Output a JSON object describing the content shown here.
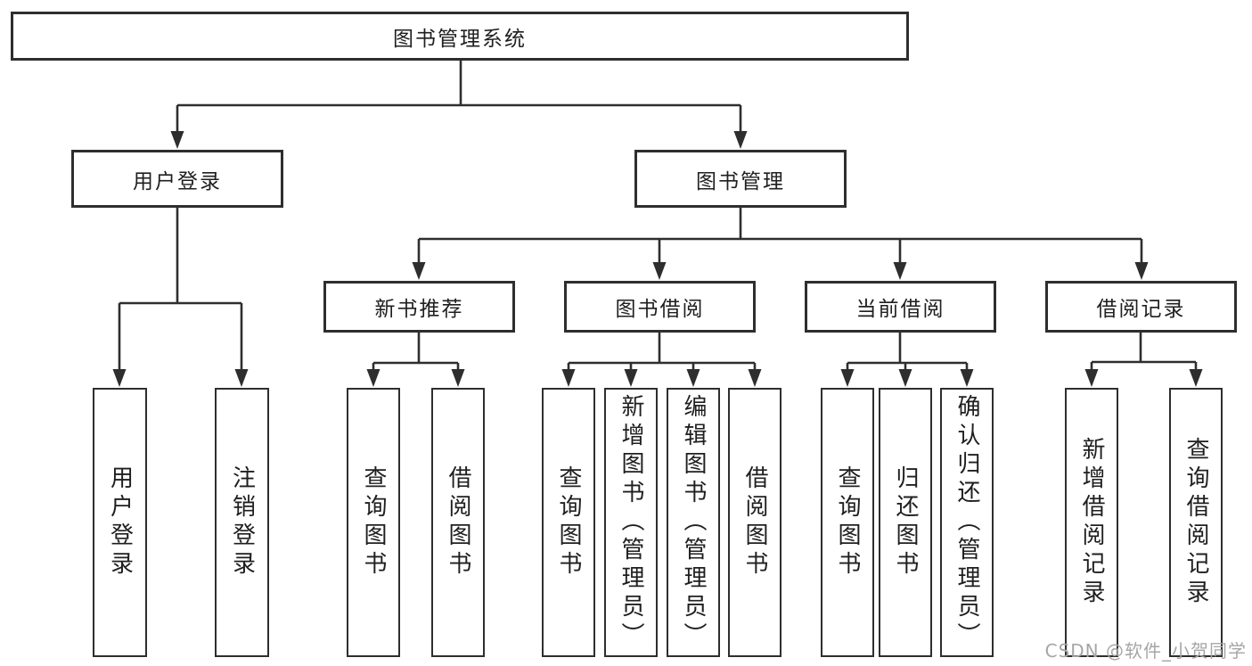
{
  "diagram": {
    "type": "tree",
    "root": {
      "label": "图书管理系统"
    },
    "branches": [
      {
        "label": "用户登录",
        "children": [
          {
            "label": "用户登录"
          },
          {
            "label": "注销登录"
          }
        ]
      },
      {
        "label": "图书管理",
        "children": [
          {
            "label": "新书推荐",
            "children": [
              {
                "label": "查询图书"
              },
              {
                "label": "借阅图书"
              }
            ]
          },
          {
            "label": "图书借阅",
            "children": [
              {
                "label": "查询图书"
              },
              {
                "label": "新增图书（管理员）"
              },
              {
                "label": "编辑图书（管理员）"
              },
              {
                "label": "借阅图书"
              }
            ]
          },
          {
            "label": "当前借阅",
            "children": [
              {
                "label": "查询图书"
              },
              {
                "label": "归还图书"
              },
              {
                "label": "确认归还（管理员）"
              }
            ]
          },
          {
            "label": "借阅记录",
            "children": [
              {
                "label": "新增借阅记录"
              },
              {
                "label": "查询借阅记录"
              }
            ]
          }
        ]
      }
    ],
    "watermark": "CSDN @软件_小贺同学",
    "colors": {
      "line": "#2e2e2e",
      "box_border": "#2e2e2e",
      "box_fill": "#ffffff",
      "text": "#1f1f1f",
      "watermark": "#a6a6a6",
      "background": "#ffffff"
    }
  }
}
